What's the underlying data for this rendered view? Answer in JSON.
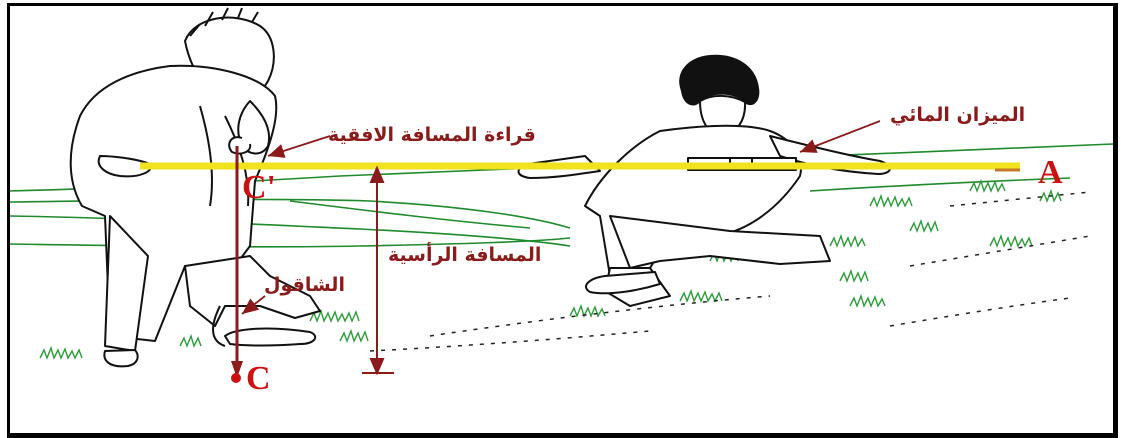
{
  "labels": {
    "water_level": "الميزان المائي",
    "horizontal_reading": "قراءة المسافة الافقية",
    "vertical_distance": "المسافة الرأسية",
    "plumb_bob": "الشاقول"
  },
  "points": {
    "a": "A",
    "c_prime": "C'",
    "c": "C"
  },
  "colors": {
    "rod": "#f0e21c",
    "label": "#8b1a1a",
    "point": "#cc1111",
    "terrain": "#1f8a2c"
  }
}
